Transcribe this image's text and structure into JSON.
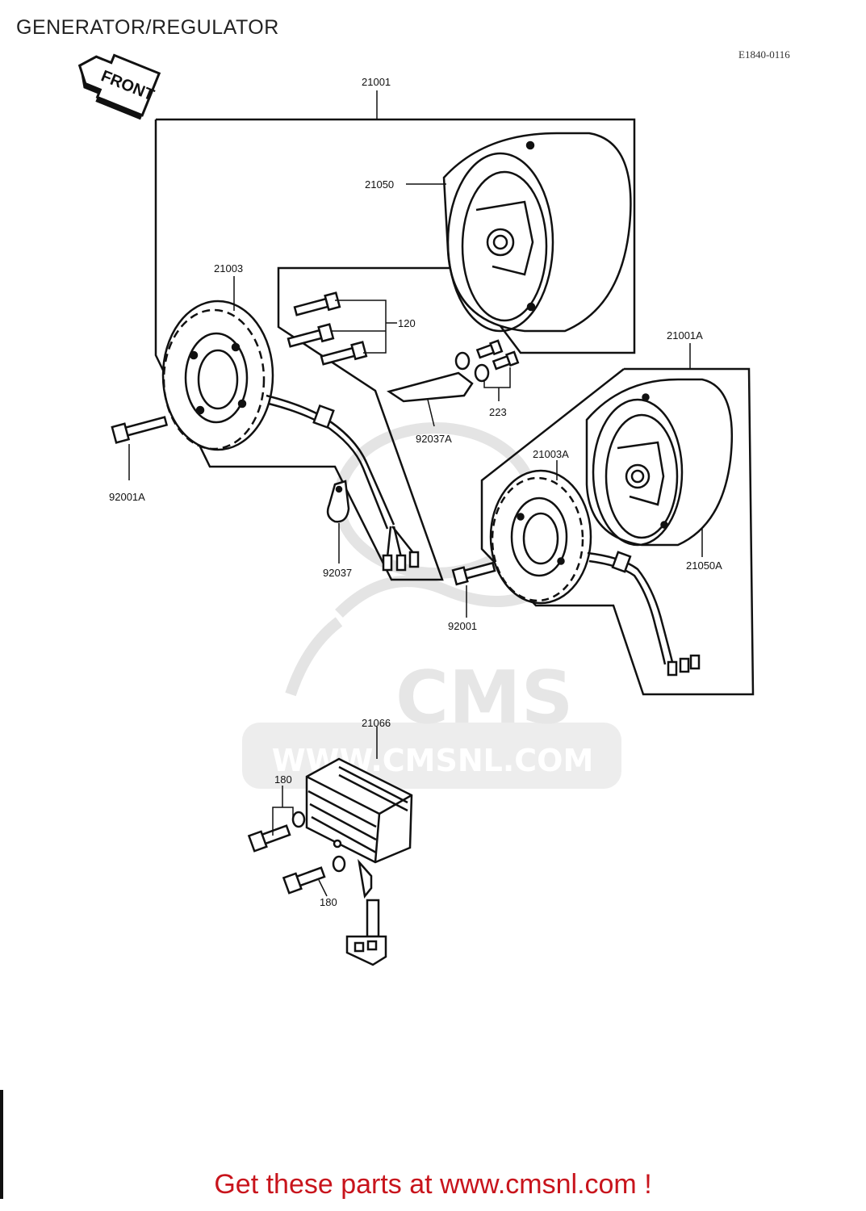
{
  "title": "GENERATOR/REGULATOR",
  "diagram_code": "E1840-0116",
  "front_label": "FRONT",
  "watermark": {
    "brand": "CMS",
    "url": "WWW.CMSNL.COM"
  },
  "footer": "Get these parts at www.cmsnl.com !",
  "colors": {
    "footer_text": "#c8141c",
    "line": "#111111",
    "watermark": "#e6e6e6"
  },
  "parts": {
    "p21001": "21001",
    "p21050": "21050",
    "p21003": "21003",
    "p120": "120",
    "p223": "223",
    "p92037A": "92037A",
    "p92001A": "92001A",
    "p92037": "92037",
    "p21001A": "21001A",
    "p21003A": "21003A",
    "p21050A": "21050A",
    "p92001": "92001",
    "p21066": "21066",
    "p180a": "180",
    "p180b": "180"
  }
}
